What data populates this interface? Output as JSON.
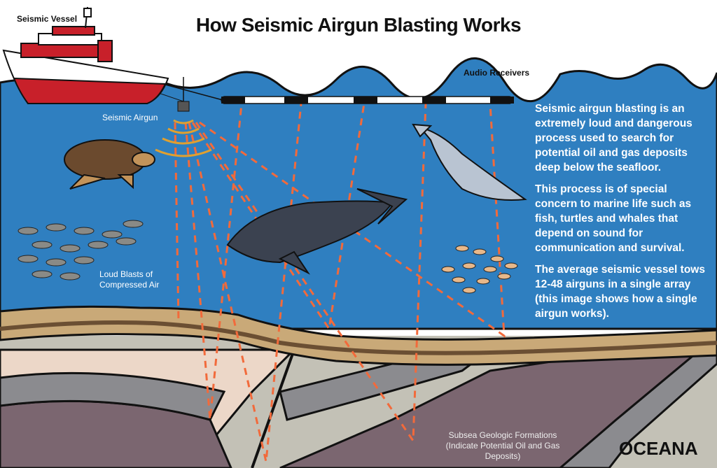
{
  "title": "How Seismic Airgun Blasting Works",
  "labels": {
    "vessel": "Seismic Vessel",
    "receivers": "Audio Receivers",
    "airgun": "Seismic Airgun",
    "blasts": "Loud Blasts of Compressed Air",
    "formations": "Subsea Geologic Formations (Indicate Potential Oil and Gas Deposits)"
  },
  "description": [
    "Seismic airgun blasting is an extremely loud and dangerous process used to search for potential oil and gas deposits deep below the seafloor.",
    "This process is of special concern to marine life such as fish, turtles and whales that depend on sound for communication and survival.",
    "The average seismic vessel tows 12-48 airguns in a single array (this image shows how a single airgun works)."
  ],
  "logo": "OCEANA",
  "colors": {
    "ocean": "#2f7fc0",
    "seafloor": "#c9a978",
    "sound_path": "#f26a3b",
    "vessel_hull": "#c8202a"
  }
}
